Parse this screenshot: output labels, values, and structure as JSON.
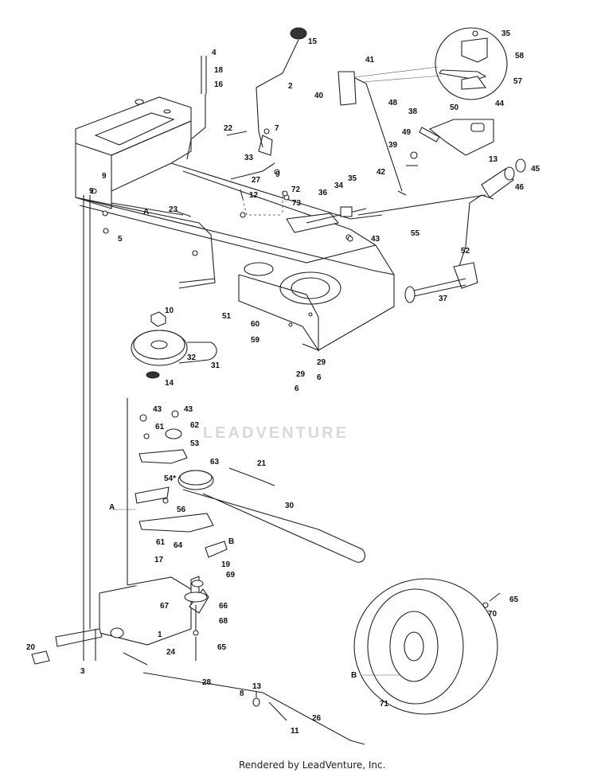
{
  "footer": "Rendered by LeadVenture, Inc.",
  "watermark": "LEADVENTURE",
  "part_labels": [
    {
      "id": "l1",
      "text": "1"
    },
    {
      "id": "l2",
      "text": "2"
    },
    {
      "id": "l3",
      "text": "3"
    },
    {
      "id": "l4",
      "text": "4"
    },
    {
      "id": "l5",
      "text": "5"
    },
    {
      "id": "l6a",
      "text": "6"
    },
    {
      "id": "l6b",
      "text": "6"
    },
    {
      "id": "l7",
      "text": "7"
    },
    {
      "id": "l8",
      "text": "8"
    },
    {
      "id": "l9a",
      "text": "9"
    },
    {
      "id": "l9b",
      "text": "9"
    },
    {
      "id": "l9c",
      "text": "9"
    },
    {
      "id": "l10",
      "text": "10"
    },
    {
      "id": "l11",
      "text": "11"
    },
    {
      "id": "l12",
      "text": "12"
    },
    {
      "id": "l13a",
      "text": "13"
    },
    {
      "id": "l13b",
      "text": "13"
    },
    {
      "id": "l14",
      "text": "14"
    },
    {
      "id": "l15",
      "text": "15"
    },
    {
      "id": "l16",
      "text": "16"
    },
    {
      "id": "l17",
      "text": "17"
    },
    {
      "id": "l18",
      "text": "18"
    },
    {
      "id": "l19",
      "text": "19"
    },
    {
      "id": "l20",
      "text": "20"
    },
    {
      "id": "l21",
      "text": "21"
    },
    {
      "id": "l22",
      "text": "22"
    },
    {
      "id": "l23",
      "text": "23"
    },
    {
      "id": "l24",
      "text": "24"
    },
    {
      "id": "l26",
      "text": "26"
    },
    {
      "id": "l27",
      "text": "27"
    },
    {
      "id": "l28",
      "text": "28"
    },
    {
      "id": "l29a",
      "text": "29"
    },
    {
      "id": "l29b",
      "text": "29"
    },
    {
      "id": "l30",
      "text": "30"
    },
    {
      "id": "l31",
      "text": "31"
    },
    {
      "id": "l32",
      "text": "32"
    },
    {
      "id": "l33",
      "text": "33"
    },
    {
      "id": "l34",
      "text": "34"
    },
    {
      "id": "l35a",
      "text": "35"
    },
    {
      "id": "l35b",
      "text": "35"
    },
    {
      "id": "l36",
      "text": "36"
    },
    {
      "id": "l37",
      "text": "37"
    },
    {
      "id": "l38",
      "text": "38"
    },
    {
      "id": "l39",
      "text": "39"
    },
    {
      "id": "l40",
      "text": "40"
    },
    {
      "id": "l41",
      "text": "41"
    },
    {
      "id": "l42",
      "text": "42"
    },
    {
      "id": "l43a",
      "text": "43"
    },
    {
      "id": "l43b",
      "text": "43"
    },
    {
      "id": "l43c",
      "text": "43"
    },
    {
      "id": "l44",
      "text": "44"
    },
    {
      "id": "l45",
      "text": "45"
    },
    {
      "id": "l46",
      "text": "46"
    },
    {
      "id": "l48",
      "text": "48"
    },
    {
      "id": "l49",
      "text": "49"
    },
    {
      "id": "l50",
      "text": "50"
    },
    {
      "id": "l51",
      "text": "51"
    },
    {
      "id": "l52",
      "text": "52"
    },
    {
      "id": "l53",
      "text": "53"
    },
    {
      "id": "l54",
      "text": "54*"
    },
    {
      "id": "l55",
      "text": "55"
    },
    {
      "id": "l56",
      "text": "56"
    },
    {
      "id": "l57",
      "text": "57"
    },
    {
      "id": "l58",
      "text": "58"
    },
    {
      "id": "l59",
      "text": "59"
    },
    {
      "id": "l60",
      "text": "60"
    },
    {
      "id": "l61a",
      "text": "61"
    },
    {
      "id": "l61b",
      "text": "61"
    },
    {
      "id": "l62",
      "text": "62"
    },
    {
      "id": "l63",
      "text": "63"
    },
    {
      "id": "l64",
      "text": "64"
    },
    {
      "id": "l65a",
      "text": "65"
    },
    {
      "id": "l65b",
      "text": "65"
    },
    {
      "id": "l66",
      "text": "66"
    },
    {
      "id": "l67",
      "text": "67"
    },
    {
      "id": "l68",
      "text": "68"
    },
    {
      "id": "l69",
      "text": "69"
    },
    {
      "id": "l70",
      "text": "70"
    },
    {
      "id": "l71",
      "text": "71"
    },
    {
      "id": "l72",
      "text": "72"
    },
    {
      "id": "l73",
      "text": "73"
    },
    {
      "id": "lA1",
      "text": "A"
    },
    {
      "id": "lA2",
      "text": "A"
    },
    {
      "id": "lB1",
      "text": "B"
    },
    {
      "id": "lB2",
      "text": "B"
    }
  ]
}
